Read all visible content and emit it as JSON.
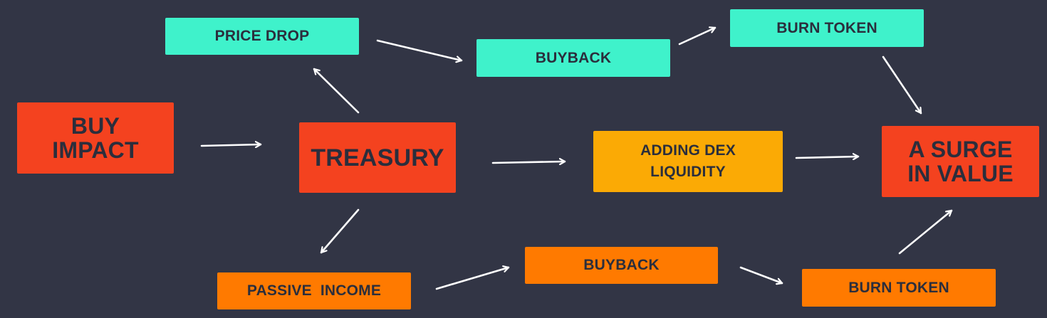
{
  "colors": {
    "background": "#323545",
    "red": "#f4421f",
    "teal": "#3ff2cb",
    "amber": "#fbaa05",
    "orange": "#ff7a00",
    "arrow": "#ffffff",
    "text": "#2b2e3c"
  },
  "nodes": {
    "buy_impact": {
      "label": "BUY\nIMPACT"
    },
    "treasury": {
      "label": "TREASURY"
    },
    "price_drop": {
      "label": "PRICE DROP"
    },
    "buyback_top": {
      "label": "BUYBACK"
    },
    "burn_token_top": {
      "label": "BURN TOKEN"
    },
    "adding_dex_liquidity": {
      "label": "ADDING DEX\nLIQUIDITY"
    },
    "surge_in_value": {
      "label": "A SURGE\nIN VALUE"
    },
    "passive_income": {
      "label": "PASSIVE  INCOME"
    },
    "buyback_bottom": {
      "label": "BUYBACK"
    },
    "burn_token_bottom": {
      "label": "BURN TOKEN"
    }
  },
  "edges": [
    {
      "from": "buy_impact",
      "to": "treasury"
    },
    {
      "from": "treasury",
      "to": "price_drop"
    },
    {
      "from": "price_drop",
      "to": "buyback_top"
    },
    {
      "from": "buyback_top",
      "to": "burn_token_top"
    },
    {
      "from": "burn_token_top",
      "to": "surge_in_value"
    },
    {
      "from": "treasury",
      "to": "adding_dex_liquidity"
    },
    {
      "from": "adding_dex_liquidity",
      "to": "surge_in_value"
    },
    {
      "from": "treasury",
      "to": "passive_income"
    },
    {
      "from": "passive_income",
      "to": "buyback_bottom"
    },
    {
      "from": "buyback_bottom",
      "to": "burn_token_bottom"
    },
    {
      "from": "burn_token_bottom",
      "to": "surge_in_value"
    }
  ]
}
